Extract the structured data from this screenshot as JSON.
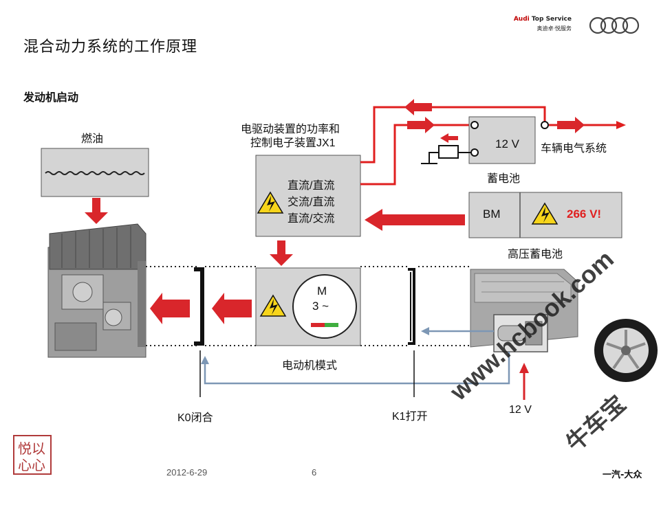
{
  "title": "混合动力系统的工作原理",
  "subtitle": "发动机启动",
  "brand": {
    "line1_red": "Audi",
    "line1_rest": " Top Service",
    "line2": "奥迪卓·悦服务"
  },
  "fuel_label": "燃油",
  "power_electronics": {
    "caption_line1": "电驱动装置的功率和",
    "caption_line2": "控制电子装置JX1",
    "modes": [
      "直流/直流",
      "交流/直流",
      "直流/交流"
    ]
  },
  "battery_12v": {
    "value": "12 V",
    "label": "蓄电池"
  },
  "vehicle_system_label": "车辆电气系统",
  "hv_battery": {
    "bm": "BM",
    "voltage": "266 V!",
    "label": "高压蓄电池"
  },
  "motor": {
    "symbol_m": "M",
    "symbol_phase": "3 ~",
    "label": "电动机模式"
  },
  "clutches": {
    "k0": "K0闭合",
    "k1": "K1打开"
  },
  "starter_label": "12 V",
  "footer": {
    "date": "2012-6-29",
    "page": "6",
    "brand": "一汽-大众"
  },
  "watermark": {
    "url": "www.hcbook.com",
    "text": "牛车宝"
  },
  "colors": {
    "arrow_red": "#d9262b",
    "wire_blue": "#7d97b5",
    "box_gray": "#d4d4d4",
    "hv_red": "#e01f1f"
  }
}
